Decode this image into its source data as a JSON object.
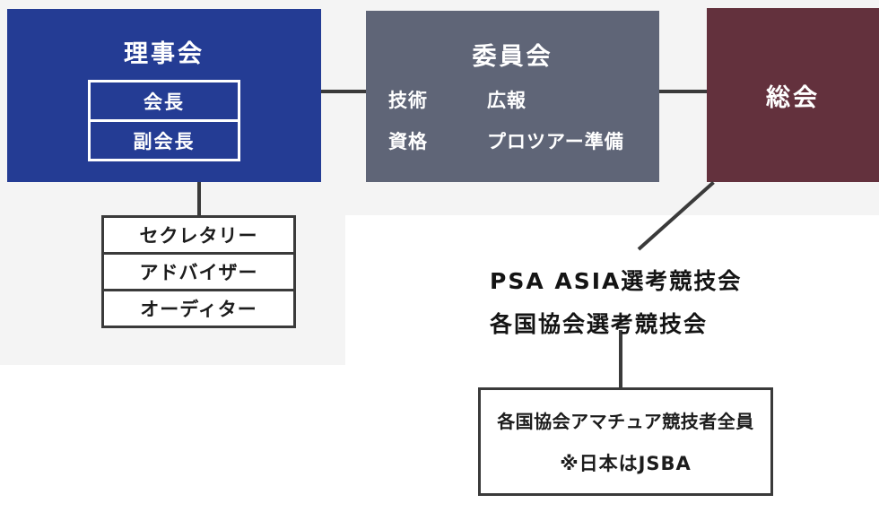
{
  "colors": {
    "page_background": "#f4f4f4",
    "white_region": "#ffffff",
    "board_box": "#243c94",
    "committee_box": "#5f6577",
    "assembly_box": "#63313d",
    "connector_line": "#3a3a3a",
    "dark_text": "#1c1c1c"
  },
  "board": {
    "title": "理事会",
    "members": [
      "会長",
      "副会長"
    ]
  },
  "committee": {
    "title": "委員会",
    "items": [
      "技術",
      "広報",
      "資格",
      "プロツアー準備"
    ]
  },
  "assembly": {
    "title": "総会"
  },
  "officers": [
    "セクレタリー",
    "アドバイザー",
    "オーディター"
  ],
  "selection": {
    "line1": "PSA ASIA選考競技会",
    "line2": "各国協会選考競技会"
  },
  "amateur_box": {
    "line1": "各国協会アマチュア競技者全員",
    "line2": "※日本はJSBA"
  }
}
